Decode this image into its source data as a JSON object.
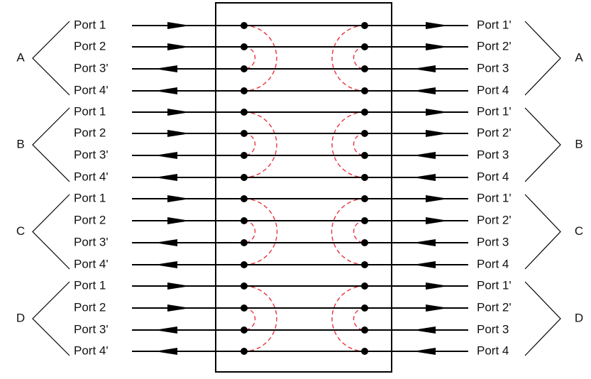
{
  "groups": [
    {
      "label": "A",
      "left_ports": [
        "Port 1",
        "Port 2",
        "Port 3'",
        "Port 4'"
      ],
      "right_ports": [
        "Port 1'",
        "Port 2'",
        "Port 3",
        "Port 4"
      ],
      "directions": [
        "right",
        "right",
        "left",
        "left"
      ]
    },
    {
      "label": "B",
      "left_ports": [
        "Port 1",
        "Port 2",
        "Port 3'",
        "Port 4'"
      ],
      "right_ports": [
        "Port 1'",
        "Port 2'",
        "Port 3",
        "Port 4"
      ],
      "directions": [
        "right",
        "right",
        "left",
        "left"
      ]
    },
    {
      "label": "C",
      "left_ports": [
        "Port 1",
        "Port 2",
        "Port 3'",
        "Port 4'"
      ],
      "right_ports": [
        "Port 1'",
        "Port 2'",
        "Port 3",
        "Port 4"
      ],
      "directions": [
        "right",
        "right",
        "left",
        "left"
      ]
    },
    {
      "label": "D",
      "left_ports": [
        "Port 1",
        "Port 2",
        "Port 3'",
        "Port 4'"
      ],
      "right_ports": [
        "Port 1'",
        "Port 2'",
        "Port 3",
        "Port 4"
      ],
      "directions": [
        "right",
        "right",
        "left",
        "left"
      ]
    }
  ],
  "colors": {
    "line": "#000000",
    "dashed": "#e8323c",
    "text": "#111111"
  }
}
